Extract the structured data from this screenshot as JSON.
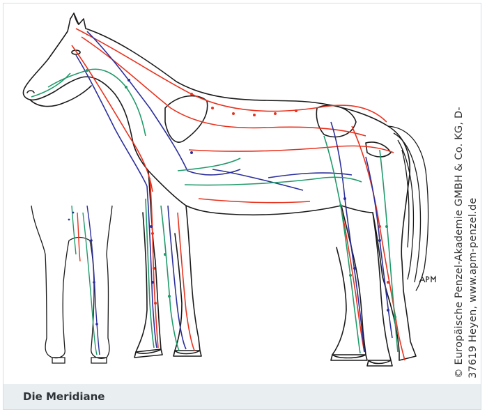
{
  "figure": {
    "caption": "Die Meridiane",
    "copyright_line_1": "© Europäische Penzel-Akademie GMBH & Co. KG, D-",
    "copyright_line_2": "37619 Heyen, www.apm-penzel.de",
    "signature": "APM"
  },
  "colors": {
    "outline": "#1a1a1a",
    "meridian_red": "#e8321e",
    "meridian_blue": "#2b2f9a",
    "meridian_green": "#1f9a6a",
    "caption_bg": "#e9eef1"
  }
}
